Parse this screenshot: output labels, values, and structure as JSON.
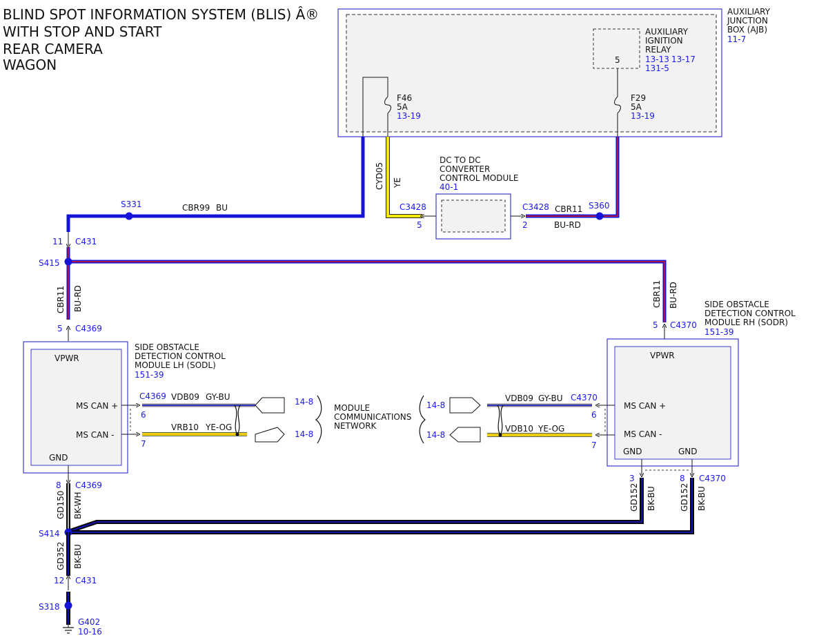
{
  "title_lines": [
    "BLIND SPOT INFORMATION SYSTEM (BLIS) Â®",
    "WITH STOP AND START",
    "REAR CAMERA",
    "WAGON"
  ],
  "colors": {
    "blue_wire": "#1414d8",
    "red_stripe": "#e01a1a",
    "yellow_wire": "#f5ea10",
    "black_wire": "#0a0a0a",
    "gray_wire": "#8a8a8a",
    "link_blue": "#1a1ae6",
    "box_fill": "#f2f2f2"
  },
  "ajb": {
    "name_lines": [
      "AUXILIARY",
      "JUNCTION",
      "BOX (AJB)"
    ],
    "ref": "11-7"
  },
  "relay": {
    "name_lines": [
      "AUXILIARY",
      "IGNITION",
      "RELAY"
    ],
    "refs": [
      "13-13",
      "13-17",
      "131-5"
    ],
    "pin": "5"
  },
  "fuse_f46": {
    "name": "F46",
    "rating": "5A",
    "ref": "13-19"
  },
  "fuse_f29": {
    "name": "F29",
    "rating": "5A",
    "ref": "13-19"
  },
  "dcdc": {
    "name_lines": [
      "DC TO DC",
      "CONVERTER",
      "CONTROL MODULE"
    ],
    "ref": "40-1",
    "left_conn": "C3428",
    "left_pin": "5",
    "right_conn": "C3428",
    "right_pin": "2"
  },
  "wire_cyd05": {
    "circuit": "CYD05",
    "color": "YE"
  },
  "wire_cbr11_top": {
    "circuit": "CBR11",
    "color": "BU-RD",
    "splice": "S360"
  },
  "wire_cbr99": {
    "circuit": "CBR99",
    "color": "BU",
    "splice": "S331"
  },
  "c431_top": {
    "pin": "11",
    "conn": "C431"
  },
  "s415": "S415",
  "wire_cbr11_left": {
    "circuit": "CBR11",
    "color": "BU-RD"
  },
  "wire_cbr11_right": {
    "circuit": "CBR11",
    "color": "BU-RD"
  },
  "c4369_top": {
    "pin": "5",
    "conn": "C4369"
  },
  "c4370_top": {
    "pin": "5",
    "conn": "C4370"
  },
  "sodl": {
    "name_lines": [
      "SIDE OBSTACLE",
      "DETECTION CONTROL",
      "MODULE LH (SODL)"
    ],
    "ref": "151-39",
    "vpwr": "VPWR",
    "can_plus": "MS CAN +",
    "can_minus": "MS CAN -",
    "gnd": "GND"
  },
  "sodr": {
    "name_lines": [
      "SIDE OBSTACLE",
      "DETECTION CONTROL",
      "MODULE RH (SODR)"
    ],
    "ref": "151-39",
    "vpwr": "VPWR",
    "can_plus": "MS CAN +",
    "can_minus": "MS CAN -",
    "gnd1": "GND",
    "gnd2": "GND"
  },
  "can_left": {
    "conn": "C4369",
    "pin_plus": "6",
    "pin_minus": "7",
    "plus_circuit": "VDB09",
    "plus_color": "GY-BU",
    "minus_circuit": "VRB10",
    "minus_color": "YE-OG",
    "plus_ref": "14-8",
    "minus_ref": "14-8"
  },
  "can_right": {
    "conn": "C4370",
    "pin_plus": "6",
    "pin_minus": "7",
    "plus_circuit": "VDB09",
    "plus_color": "GY-BU",
    "minus_circuit": "VDB10",
    "minus_color": "YE-OG",
    "plus_ref": "14-8",
    "minus_ref": "14-8"
  },
  "network_lines": [
    "MODULE",
    "COMMUNICATIONS",
    "NETWORK"
  ],
  "gnd_left": {
    "pin": "8",
    "conn": "C4369",
    "circuit": "GD150",
    "color": "BK-WH"
  },
  "s414": "S414",
  "gnd_right": {
    "pin1": "3",
    "pin2": "8",
    "conn": "C4370",
    "circuit1": "GD152",
    "color1": "BK-BU",
    "circuit2": "GD152",
    "color2": "BK-BU"
  },
  "gnd_s414_down": {
    "circuit": "GD352",
    "color": "BK-BU"
  },
  "c431_bottom": {
    "pin": "12",
    "conn": "C431"
  },
  "s318": "S318",
  "g402": {
    "name": "G402",
    "ref": "10-16"
  }
}
